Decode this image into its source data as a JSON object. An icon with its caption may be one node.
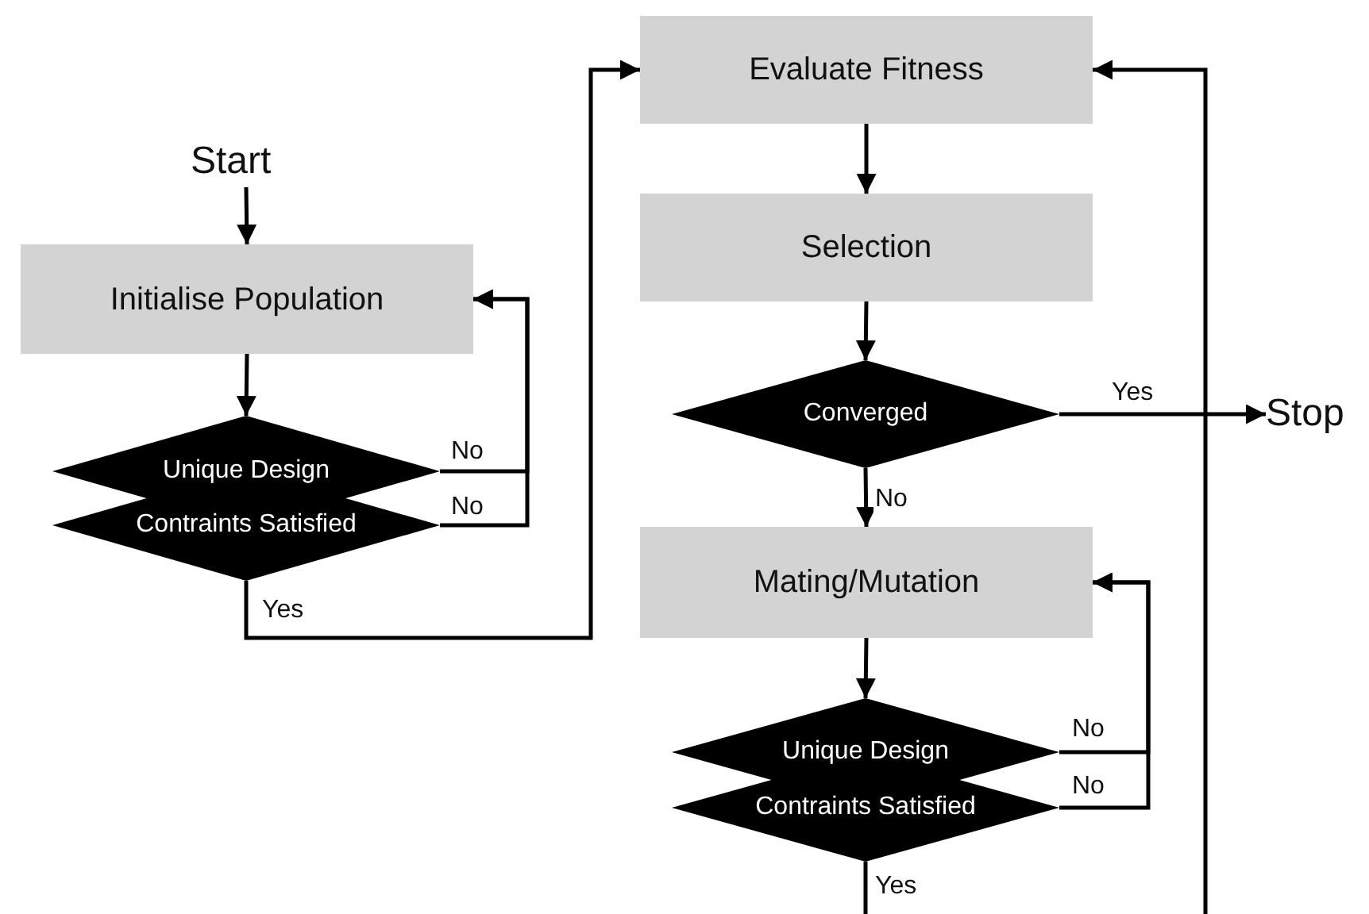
{
  "diagram": {
    "nodes": [
      {
        "text": [
          "Start"
        ]
      },
      {
        "text": [
          "Initialise Population"
        ]
      },
      {
        "text": [
          "Unique Design"
        ]
      },
      {
        "text": [
          "Contraints Satisfied"
        ]
      },
      {
        "text": [
          "Evaluate Fitness"
        ]
      },
      {
        "text": [
          "Selection"
        ]
      },
      {
        "text": [
          "Converged"
        ]
      },
      {
        "text": [
          "Stop"
        ]
      },
      {
        "text": [
          "Mating/Mutation"
        ]
      },
      {
        "text": [
          "Unique Design"
        ]
      },
      {
        "text": [
          "Contraints Satisfied"
        ]
      }
    ],
    "edges": [
      {
        "from": 0,
        "to": 1,
        "arrow": "to"
      },
      {
        "from": 1,
        "to": 2,
        "arrow": "to"
      },
      {
        "from": 2,
        "to": 1,
        "arrow": "to",
        "label": "No"
      },
      {
        "from": 3,
        "to": 1,
        "arrow": "to",
        "label": "No"
      },
      {
        "from": 3,
        "to": 4,
        "arrow": "to",
        "label": "Yes"
      },
      {
        "from": 4,
        "to": 5,
        "arrow": "to"
      },
      {
        "from": 5,
        "to": 6,
        "arrow": "to"
      },
      {
        "from": 6,
        "to": 7,
        "arrow": "to",
        "label": "Yes"
      },
      {
        "from": 6,
        "to": 8,
        "arrow": "to",
        "label": "No"
      },
      {
        "from": 8,
        "to": 9,
        "arrow": "to"
      },
      {
        "from": 9,
        "to": 8,
        "arrow": "to",
        "label": "No"
      },
      {
        "from": 10,
        "to": 8,
        "arrow": "to",
        "label": "No"
      },
      {
        "from": 10,
        "to": 4,
        "arrow": "to",
        "label": "Yes"
      }
    ]
  }
}
